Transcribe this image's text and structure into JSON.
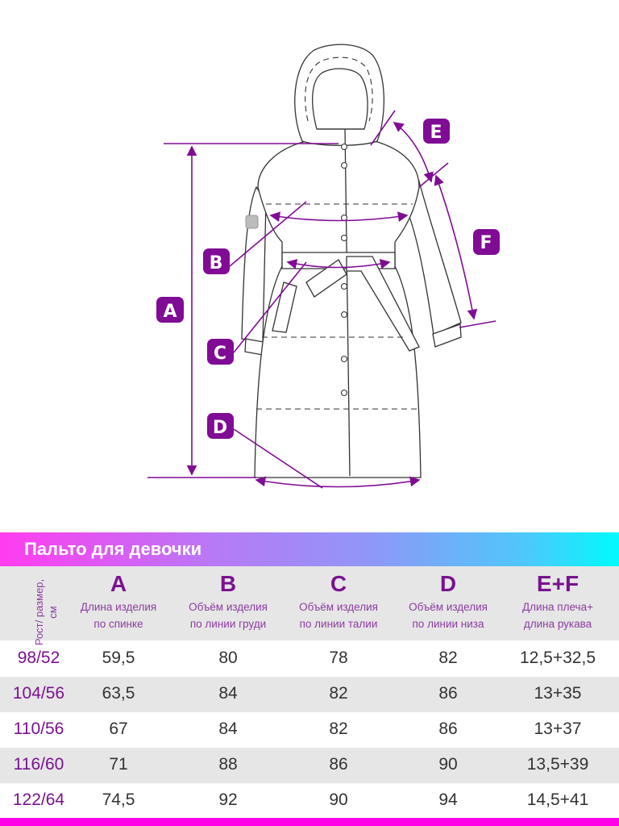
{
  "colors": {
    "accent": "#800b94",
    "footer": "#ff00e6"
  },
  "diagram": {
    "labels": {
      "A": "A",
      "B": "B",
      "C": "C",
      "D": "D",
      "E": "E",
      "F": "F"
    }
  },
  "table": {
    "title": "Пальто для девочки",
    "size_header": "Рост/ размер, см",
    "columns": [
      {
        "letter": "A",
        "desc1": "Длина изделия",
        "desc2": "по спинке"
      },
      {
        "letter": "B",
        "desc1": "Объём изделия",
        "desc2": "по линии груди"
      },
      {
        "letter": "C",
        "desc1": "Объём изделия",
        "desc2": "по линии талии"
      },
      {
        "letter": "D",
        "desc1": "Объём изделия",
        "desc2": "по линии низа"
      },
      {
        "letter": "E+F",
        "desc1": "Длина плеча+",
        "desc2": "длина рукава"
      }
    ],
    "rows": [
      [
        "98/52",
        "59,5",
        "80",
        "78",
        "82",
        "12,5+32,5"
      ],
      [
        "104/56",
        "63,5",
        "84",
        "82",
        "86",
        "13+35"
      ],
      [
        "110/56",
        "67",
        "84",
        "82",
        "86",
        "13+37"
      ],
      [
        "116/60",
        "71",
        "88",
        "86",
        "90",
        "13,5+39"
      ],
      [
        "122/64",
        "74,5",
        "92",
        "90",
        "94",
        "14,5+41"
      ]
    ]
  }
}
